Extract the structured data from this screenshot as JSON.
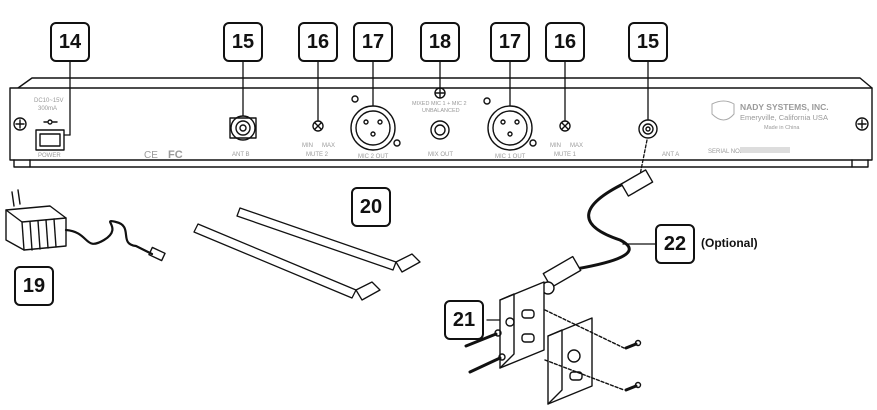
{
  "callouts": {
    "c14": "14",
    "c15a": "15",
    "c16a": "16",
    "c17a": "17",
    "c18": "18",
    "c17b": "17",
    "c16b": "16",
    "c15b": "15",
    "c19": "19",
    "c20": "20",
    "c21": "21",
    "c22": "22"
  },
  "notes": {
    "optional": "(Optional)"
  },
  "panel_labels": {
    "dc_voltage": "DC10~15V",
    "dc_current": "300mA",
    "power": "POWER",
    "ce": "CE",
    "fc": "FC",
    "ant_b": "ANT B",
    "mute_min_left": "MIN",
    "mute_max_left": "MAX",
    "mute_2": "MUTE 2",
    "mic2_out": "MIC 2 OUT",
    "mixed_line1": "MIXED MIC 1 + MIC 2",
    "mixed_line2": "UNBALANCED",
    "mixed_out": "MIX OUT",
    "mic1_out": "MIC 1 OUT",
    "mute_min_right": "MIN",
    "mute_max_right": "MAX",
    "mute_1": "MUTE 1",
    "ant_a": "ANT A",
    "brand": "NADY SYSTEMS, INC.",
    "city": "Emeryville, California USA",
    "made_in": "Made in China",
    "serial": "SERIAL NO."
  },
  "colors": {
    "line": "#111111",
    "panel_fill": "#ffffff",
    "print": "#9a9a9a"
  }
}
